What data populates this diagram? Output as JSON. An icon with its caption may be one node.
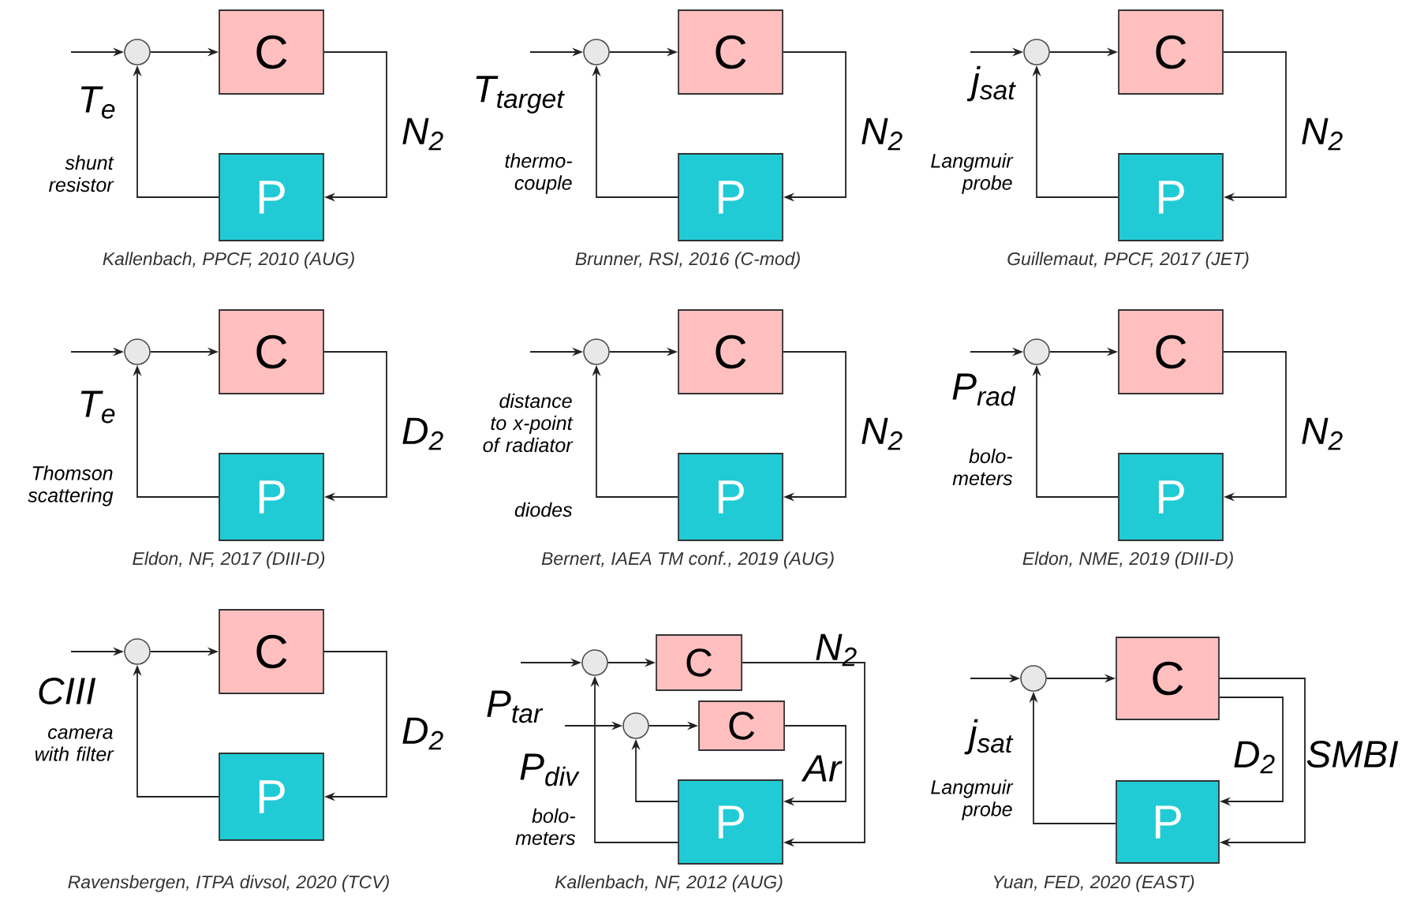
{
  "diagram": {
    "nodes": [
      {
        "text": [],
        "shape": "circle"
      },
      {
        "text": [
          "C"
        ]
      },
      {
        "text": [
          "P"
        ]
      },
      {
        "text": [],
        "shape": "circle"
      },
      {
        "text": [
          "C"
        ]
      },
      {
        "text": [
          "P"
        ]
      },
      {
        "text": [],
        "shape": "circle"
      },
      {
        "text": [
          "C"
        ]
      },
      {
        "text": [
          "P"
        ]
      },
      {
        "text": [],
        "shape": "circle"
      },
      {
        "text": [
          "C"
        ]
      },
      {
        "text": [
          "P"
        ]
      },
      {
        "text": [],
        "shape": "circle"
      },
      {
        "text": [
          "C"
        ]
      },
      {
        "text": [
          "P"
        ]
      },
      {
        "text": [],
        "shape": "circle"
      },
      {
        "text": [
          "C"
        ]
      },
      {
        "text": [
          "P"
        ]
      },
      {
        "text": [],
        "shape": "circle"
      },
      {
        "text": [
          "C"
        ]
      },
      {
        "text": [
          "P"
        ]
      },
      {
        "text": [],
        "shape": "circle"
      },
      {
        "text": [
          "C"
        ]
      },
      {
        "text": [],
        "shape": "circle"
      },
      {
        "text": [
          "C"
        ]
      },
      {
        "text": [
          "P"
        ]
      },
      {
        "text": [],
        "shape": "circle"
      },
      {
        "text": [
          "C"
        ]
      },
      {
        "text": [
          "P"
        ]
      }
    ],
    "edges": [
      {
        "from": null,
        "to": 0,
        "arrow": "to"
      },
      {
        "from": 0,
        "to": 1,
        "arrow": "to"
      },
      {
        "from": 1,
        "to": 2,
        "arrow": "to",
        "label": "N$_{2}$"
      },
      {
        "from": 2,
        "to": 0,
        "arrow": "to"
      },
      {
        "from": null,
        "to": 3,
        "arrow": "to"
      },
      {
        "from": 3,
        "to": 4,
        "arrow": "to"
      },
      {
        "from": 4,
        "to": 5,
        "arrow": "to",
        "label": "N$_{2}$"
      },
      {
        "from": 5,
        "to": 3,
        "arrow": "to"
      },
      {
        "from": null,
        "to": 6,
        "arrow": "to"
      },
      {
        "from": 6,
        "to": 7,
        "arrow": "to"
      },
      {
        "from": 7,
        "to": 8,
        "arrow": "to",
        "label": "N$_{2}$"
      },
      {
        "from": 8,
        "to": 6,
        "arrow": "to"
      },
      {
        "from": null,
        "to": 9,
        "arrow": "to"
      },
      {
        "from": 9,
        "to": 10,
        "arrow": "to"
      },
      {
        "from": 10,
        "to": 11,
        "arrow": "to",
        "label": "D$_{2}$"
      },
      {
        "from": 11,
        "to": 9,
        "arrow": "to"
      },
      {
        "from": null,
        "to": 12,
        "arrow": "to"
      },
      {
        "from": 12,
        "to": 13,
        "arrow": "to"
      },
      {
        "from": 13,
        "to": 14,
        "arrow": "to",
        "label": "N$_{2}$"
      },
      {
        "from": 14,
        "to": 12,
        "arrow": "to"
      },
      {
        "from": null,
        "to": 15,
        "arrow": "to"
      },
      {
        "from": 15,
        "to": 16,
        "arrow": "to"
      },
      {
        "from": 16,
        "to": 17,
        "arrow": "to",
        "label": "N$_{2}$"
      },
      {
        "from": 17,
        "to": 15,
        "arrow": "to"
      },
      {
        "from": null,
        "to": 18,
        "arrow": "to"
      },
      {
        "from": 18,
        "to": 19,
        "arrow": "to"
      },
      {
        "from": 19,
        "to": 20,
        "arrow": "to",
        "label": "D$_{2}$"
      },
      {
        "from": 20,
        "to": 18,
        "arrow": "to"
      },
      {
        "from": null,
        "to": 21,
        "arrow": "to"
      },
      {
        "from": 21,
        "to": 22,
        "arrow": "to"
      },
      {
        "from": 22,
        "to": 25,
        "arrow": "to",
        "label": "N$_{2}$"
      },
      {
        "from": 25,
        "to": 21,
        "arrow": "to"
      },
      {
        "from": null,
        "to": 23,
        "arrow": "to"
      },
      {
        "from": 23,
        "to": 24,
        "arrow": "to"
      },
      {
        "from": 24,
        "to": 25,
        "arrow": "to",
        "label": "Ar"
      },
      {
        "from": 25,
        "to": 23,
        "arrow": "to"
      },
      {
        "from": null,
        "to": 26,
        "arrow": "to"
      },
      {
        "from": 26,
        "to": 27,
        "arrow": "to"
      },
      {
        "from": 27,
        "to": 28,
        "arrow": "to",
        "label": "D$_{2}$"
      },
      {
        "from": 27,
        "to": 28,
        "arrow": "to",
        "label": "SMBI"
      },
      {
        "from": 28,
        "to": 26,
        "arrow": "to"
      }
    ],
    "labels": [
      "T$_{e}$",
      "shunt resistor",
      "Kallenbach, PPCF, 2010 (AUG)",
      "T$_{target}$",
      "thermo- couple",
      "Brunner, RSI, 2016 (C-mod)",
      "j$_{sat}$",
      "Langmuir probe",
      "Guillemaut, PPCF, 2017 (JET)",
      "T$_{e}$",
      "Thomson scattering",
      "Eldon, NF, 2017 (DIII-D)",
      "distance to x-point of radiator",
      "diodes",
      "Bernert, IAEA TM conf., 2019 (AUG)",
      "P$_{rad}$",
      "bolo- meters",
      "Eldon, NME, 2019 (DIII-D)",
      "CIII",
      "camera with filter",
      "Ravensbergen, ITPA divsol, 2020 (TCV)",
      "P$_{tar}$",
      "P$_{div}$",
      "bolo- meters",
      "Kallenbach, NF, 2012 (AUG)",
      "j$_{sat}$",
      "Langmuir probe",
      "Yuan, FED, 2020 (EAST)"
    ]
  }
}
